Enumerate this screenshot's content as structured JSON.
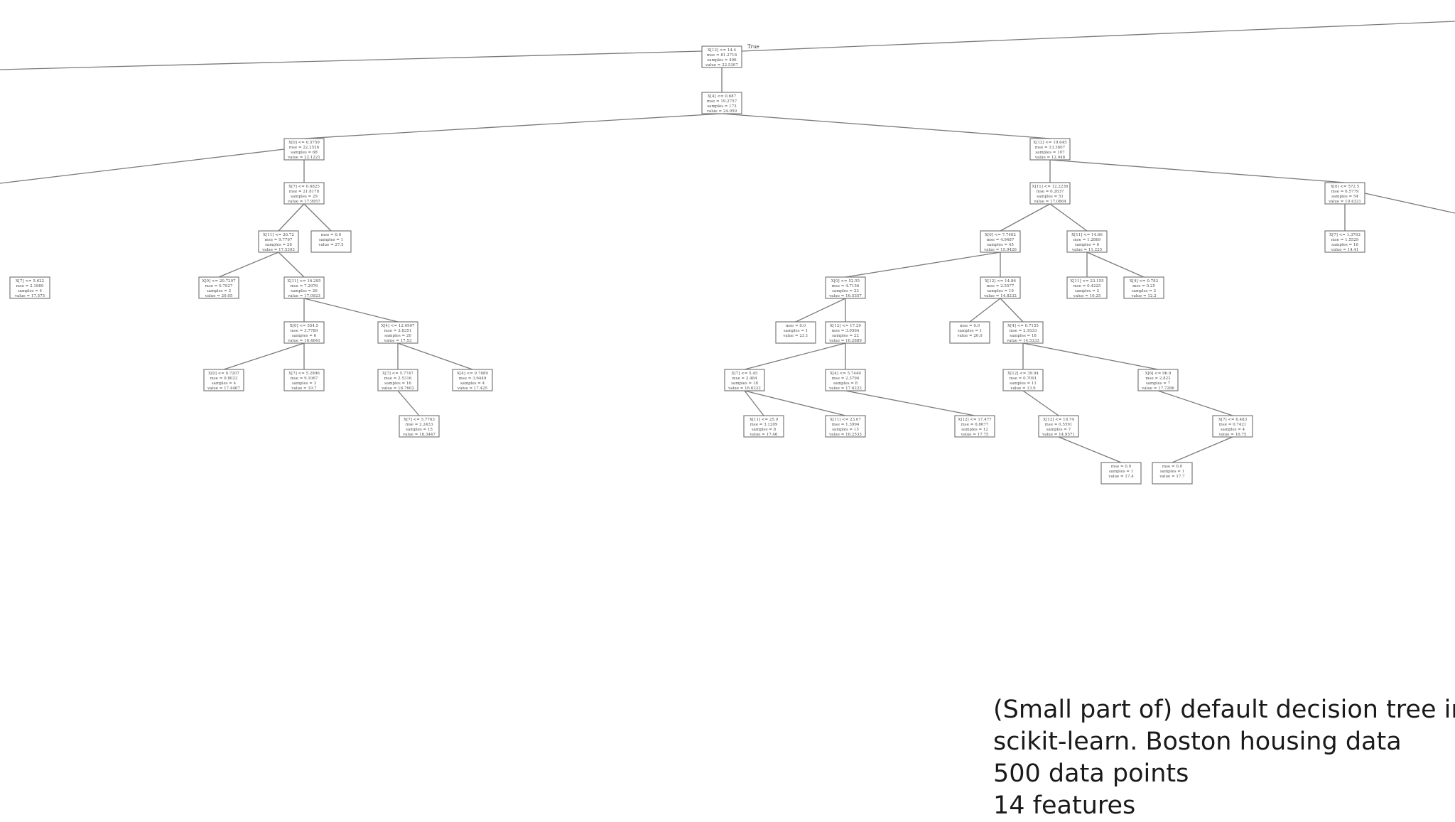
{
  "caption": {
    "lines": [
      "(Small part of) default decision tree in",
      "scikit-learn. Boston housing data",
      "500 data points",
      "14 features"
    ]
  },
  "tree": {
    "root_edge_label": "True",
    "nodes": [
      {
        "id": "root",
        "lines": [
          "X[12] <= 14.4",
          "mse = 81.2718",
          "samples = 406",
          "value = 22.5307"
        ]
      },
      {
        "id": "n1",
        "lines": [
          "X[4] <= 0.687",
          "mse = 19.2757",
          "samples = 173",
          "value = 24.959"
        ]
      },
      {
        "id": "n2",
        "lines": [
          "X[0] <= 0.5759",
          "mse = 22.2526",
          "samples = 68",
          "value = 22.1221"
        ]
      },
      {
        "id": "n3",
        "lines": [
          "X[12] <= 19.645",
          "mse = 13.3607",
          "samples = 107",
          "value = 12.948"
        ]
      },
      {
        "id": "n4",
        "lines": [
          "X[7] <= 0.6825",
          "mse = 21.8178",
          "samples = 29",
          "value = 17.9957"
        ]
      },
      {
        "id": "n5",
        "lines": [
          "X[11] <= 12.2236",
          "mse = 6.2637",
          "samples = 51",
          "value = 17.0864"
        ]
      },
      {
        "id": "n6",
        "lines": [
          "X[0] <= 572.5",
          "mse = 6.5779",
          "samples = 54",
          "value = 10.4321"
        ]
      },
      {
        "id": "n7",
        "lines": [
          "X[11] <= 26.72",
          "mse = 9.7797",
          "samples = 28",
          "value = 17.5393"
        ]
      },
      {
        "id": "n8",
        "lines": [
          "mse = 0.0",
          "samples = 1",
          "value = 27.5"
        ]
      },
      {
        "id": "n9",
        "lines": [
          "X[0] <= 7.7402",
          "mse = 4.9487",
          "samples = 45",
          "value = 15.9426"
        ]
      },
      {
        "id": "n10",
        "lines": [
          "X[11] <= 14.66",
          "mse = 1.2869",
          "samples = 6",
          "value = 11.225"
        ]
      },
      {
        "id": "n11",
        "lines": [
          "X[7] <= 1.3793",
          "mse = 1.5529",
          "samples = 16",
          "value = 14.41"
        ]
      },
      {
        "id": "n12",
        "lines": [
          "X[0] <= 20.7297",
          "mse = 0.7927",
          "samples = 2",
          "value = 20.05"
        ]
      },
      {
        "id": "n13",
        "lines": [
          "X[11] <= 16.295",
          "mse = 7.2976",
          "samples = 26",
          "value = 17.0923"
        ]
      },
      {
        "id": "n14",
        "lines": [
          "X[0] <= 52.55",
          "mse = 4.7156",
          "samples = 23",
          "value = 16.5357"
        ]
      },
      {
        "id": "n15",
        "lines": [
          "X[12] <= 14.86",
          "mse = 2.5577",
          "samples = 19",
          "value = 14.8232"
        ]
      },
      {
        "id": "n16",
        "lines": [
          "X[11] <= 23.155",
          "mse = 0.4225",
          "samples = 2",
          "value = 10.25"
        ]
      },
      {
        "id": "n17",
        "lines": [
          "X[4] <= 0.783",
          "mse = 0.25",
          "samples = 2",
          "value = 12.2"
        ]
      },
      {
        "id": "n18",
        "lines": [
          "X[7] <= 5.622",
          "mse = 2.1889",
          "samples = 4",
          "value = 17.575"
        ]
      },
      {
        "id": "n19",
        "lines": [
          "X[0] <= 554.5",
          "mse = 3.7789",
          "samples = 6",
          "value = 16.4641"
        ]
      },
      {
        "id": "n20",
        "lines": [
          "X[4] <= 12.0907",
          "mse = 3.8351",
          "samples = 20",
          "value = 17.53"
        ]
      },
      {
        "id": "n21",
        "lines": [
          "mse = 0.0",
          "samples = 1",
          "value = 23.1"
        ]
      },
      {
        "id": "n22",
        "lines": [
          "X[12] <= 17.29",
          "mse = 3.0564",
          "samples = 22",
          "value = 16.2889"
        ]
      },
      {
        "id": "n23",
        "lines": [
          "mse = 0.0",
          "samples = 1",
          "value = 20.0"
        ]
      },
      {
        "id": "n24",
        "lines": [
          "X[4] <= 0.7155",
          "mse = 2.1633",
          "samples = 18",
          "value = 14.5333"
        ]
      },
      {
        "id": "n25",
        "lines": [
          "X[0] <= 0.7207",
          "mse = 0.8022",
          "samples = 4",
          "value = 17.4467"
        ]
      },
      {
        "id": "n26",
        "lines": [
          "X[7] <= 5.2896",
          "mse = 9.1067",
          "samples = 3",
          "value = 19.7"
        ]
      },
      {
        "id": "n27",
        "lines": [
          "X[7] <= 5.7747",
          "mse = 2.5316",
          "samples = 16",
          "value = 16.7602"
        ]
      },
      {
        "id": "n28",
        "lines": [
          "X[4] <= 9.7889",
          "mse = 3.6449",
          "samples = 4",
          "value = 17.425"
        ]
      },
      {
        "id": "n29",
        "lines": [
          "X[7] <= 5.45",
          "mse = 2.484",
          "samples = 18",
          "value = 16.6222"
        ]
      },
      {
        "id": "n30",
        "lines": [
          "X[4] <= 5.7440",
          "mse = 2.3794",
          "samples = 8",
          "value = 17.6222"
        ]
      },
      {
        "id": "n31",
        "lines": [
          "X[12] <= 39.94",
          "mse = 0.7091",
          "samples = 11",
          "value = 13.9"
        ]
      },
      {
        "id": "n32",
        "lines": [
          "X[6] <= 96.9",
          "mse = 2.822",
          "samples = 7",
          "value = 17.7286"
        ]
      },
      {
        "id": "n33",
        "lines": [
          "X[7] <= 5.7763",
          "mse = 2.2433",
          "samples = 15",
          "value = 16.3447"
        ]
      },
      {
        "id": "n34",
        "lines": [
          "X[11] <= 25.9",
          "mse = 3.1209",
          "samples = 8",
          "value = 17.46"
        ]
      },
      {
        "id": "n35",
        "lines": [
          "X[11] <= 23.07",
          "mse = 1.3994",
          "samples = 15",
          "value = 18.2533"
        ]
      },
      {
        "id": "n36",
        "lines": [
          "X[12] <= 17.477",
          "mse = 0.8677",
          "samples = 12",
          "value = 17.75"
        ]
      },
      {
        "id": "n37",
        "lines": [
          "X[12] <= 18.74",
          "mse = 0.5591",
          "samples = 7",
          "value = 14.9571"
        ]
      },
      {
        "id": "n38",
        "lines": [
          "X[7] <= 6.483",
          "mse = 0.7421",
          "samples = 4",
          "value = 16.75"
        ]
      },
      {
        "id": "n39",
        "lines": [
          "mse = 0.0",
          "samples = 1",
          "value = 17.4"
        ]
      },
      {
        "id": "n40",
        "lines": [
          "mse = 0.0",
          "samples = 1",
          "value = 17.7"
        ]
      }
    ]
  }
}
